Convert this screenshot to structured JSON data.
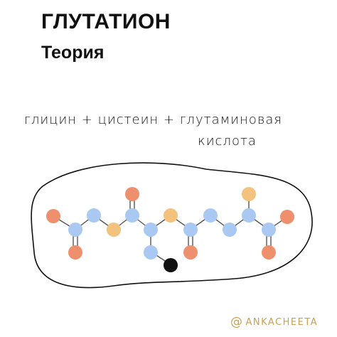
{
  "header": {
    "title": "ГЛУТАТИОН",
    "subtitle": "Теория"
  },
  "formula": {
    "line1": "глицин + цистеин + глутаминовая",
    "line2": "кислота"
  },
  "credit": {
    "icon": "at-icon",
    "handle": "ANKACHEETA"
  },
  "colors": {
    "carbon": "#a9c8f2",
    "oxygen": "#ee8f6d",
    "nitrogen": "#f2c27e",
    "sulfur": "#111111",
    "accent": "#c9a055"
  }
}
